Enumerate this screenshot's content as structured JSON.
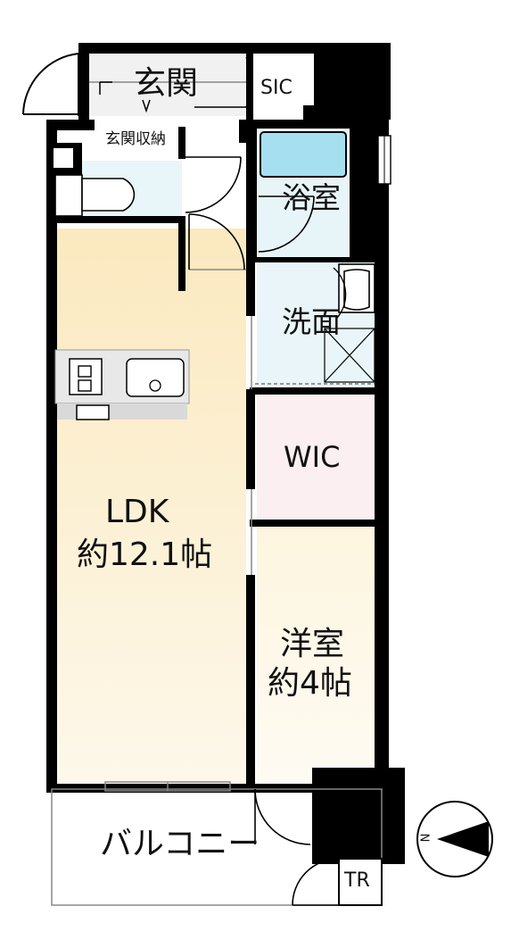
{
  "rooms": {
    "genkan": "玄関",
    "sic": "SIC",
    "genkan_storage": "玄関収納",
    "bath": "浴室",
    "washroom": "洗面",
    "wic": "WIC",
    "ldk_name": "LDK",
    "ldk_size": "約12.1帖",
    "western_name": "洋室",
    "western_size": "約4帖",
    "balcony": "バルコニー",
    "tr": "TR"
  },
  "compass": {
    "north_letter": "N"
  },
  "colors": {
    "wall": "#000000",
    "ldk": "#fbecc4",
    "ldk_light": "#fdf6e2",
    "wet": "#e7f5f8",
    "wic": "#fbeef0",
    "western": "#fdf6e4",
    "genkan": "#f2f2f2",
    "tub": "#a6dfee"
  }
}
